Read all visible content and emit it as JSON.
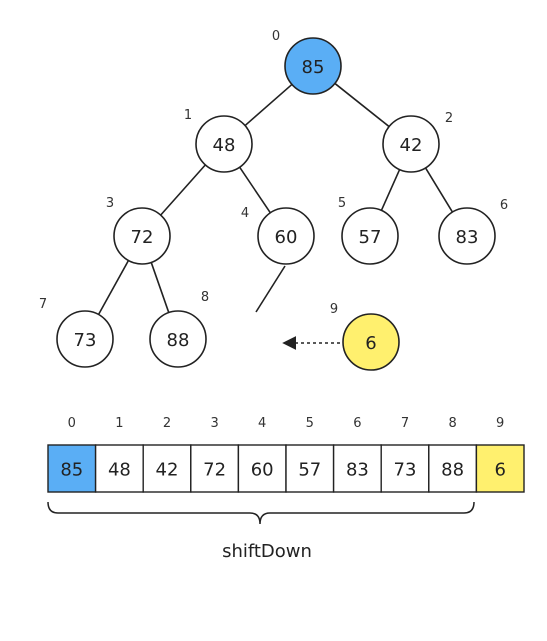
{
  "tree": {
    "nodes": [
      {
        "index": "0",
        "value": "85",
        "state": "root"
      },
      {
        "index": "1",
        "value": "48",
        "state": "normal"
      },
      {
        "index": "2",
        "value": "42",
        "state": "normal"
      },
      {
        "index": "3",
        "value": "72",
        "state": "normal"
      },
      {
        "index": "4",
        "value": "60",
        "state": "normal"
      },
      {
        "index": "5",
        "value": "57",
        "state": "normal"
      },
      {
        "index": "6",
        "value": "83",
        "state": "normal"
      },
      {
        "index": "7",
        "value": "73",
        "state": "normal"
      },
      {
        "index": "8",
        "value": "88",
        "state": "normal"
      },
      {
        "index": "9",
        "value": "6",
        "state": "moving"
      }
    ],
    "edges": [
      [
        0,
        1
      ],
      [
        0,
        2
      ],
      [
        1,
        3
      ],
      [
        1,
        4
      ],
      [
        2,
        5
      ],
      [
        2,
        6
      ],
      [
        3,
        7
      ],
      [
        3,
        8
      ]
    ]
  },
  "array": {
    "indices": [
      "0",
      "1",
      "2",
      "3",
      "4",
      "5",
      "6",
      "7",
      "8",
      "9"
    ],
    "values": [
      "85",
      "48",
      "42",
      "72",
      "60",
      "57",
      "83",
      "73",
      "88",
      "6"
    ]
  },
  "caption": "shiftDown",
  "colors": {
    "root_fill": "#5aaef5",
    "moving_fill": "#fff06e",
    "normal_fill": "#ffffff",
    "stroke": "#222222"
  }
}
